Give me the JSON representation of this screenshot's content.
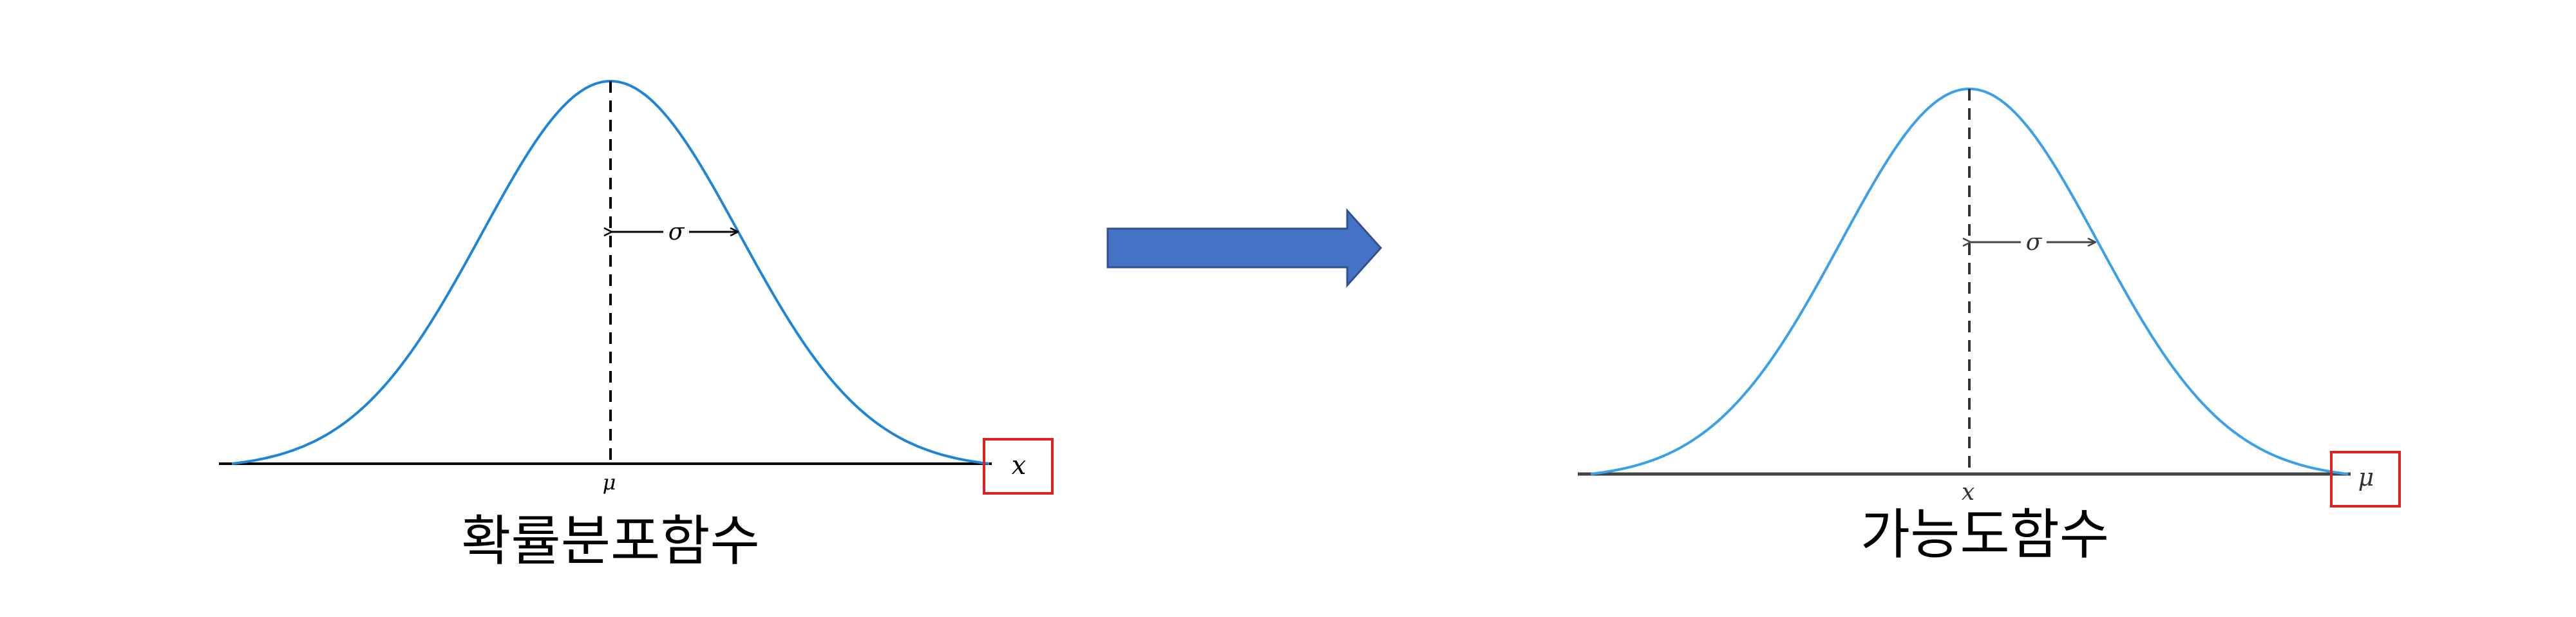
{
  "left_panel": {
    "caption": "확률분포함수",
    "sigma_label": "σ",
    "center_label": "μ",
    "axis_variable_label": "x",
    "curve_color": "#1f85d6",
    "highlight_box_color": "#e02020"
  },
  "right_panel": {
    "caption": "가능도함수",
    "sigma_label": "σ",
    "center_label": "x",
    "axis_variable_label": "μ",
    "curve_color": "#3aa0ea",
    "highlight_box_color": "#e02020"
  },
  "transition_arrow": {
    "icon": "right-arrow-icon",
    "fill_color": "#4472c4",
    "stroke_color": "#2f528f"
  }
}
